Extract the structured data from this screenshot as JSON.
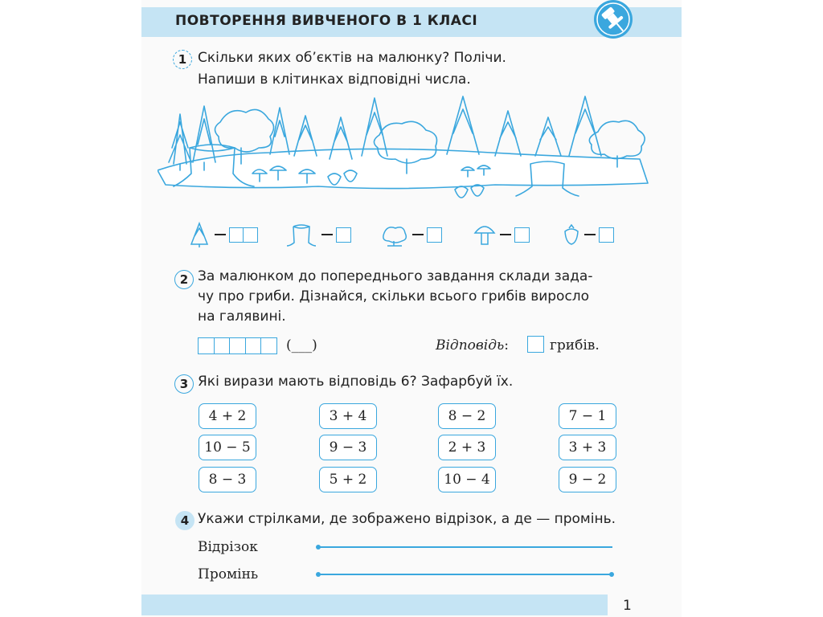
{
  "header": {
    "title": "ПОВТОРЕННЯ ВИВЧЕНОГО В 1 КЛАСІ"
  },
  "task1": {
    "number": "1",
    "line1": "Скільки яких об’єктів на малюнку? Полічи.",
    "line2": "Напиши в клітинках відповідні числа.",
    "legend": [
      {
        "icon": "fir-tree-icon",
        "boxes": 2
      },
      {
        "icon": "stump-icon",
        "boxes": 1
      },
      {
        "icon": "bush-icon",
        "boxes": 1
      },
      {
        "icon": "mushroom-icon",
        "boxes": 1
      },
      {
        "icon": "strawberry-icon",
        "boxes": 1
      }
    ]
  },
  "task2": {
    "number": "2",
    "line1": "За малюнком до попереднього завдання склади зада-",
    "line2": "чу про гриби. Дізнайся, скільки всього грибів виросло",
    "line3": "на галявині.",
    "unit_placeholder": "(___)",
    "answer_label": "Відповідь",
    "answer_colon": ":",
    "answer_unit": "грибів."
  },
  "task3": {
    "number": "3",
    "text": "Які вирази мають відповідь 6? Зафарбуй їх.",
    "expressions": [
      [
        "4 + 2",
        "3 + 4",
        "8 − 2",
        "7 − 1"
      ],
      [
        "10 − 5",
        "9 − 3",
        "2 + 3",
        "3 + 3"
      ],
      [
        "8 − 3",
        "5 + 2",
        "10 − 4",
        "9 − 2"
      ]
    ]
  },
  "task4": {
    "number": "4",
    "text": "Укажи стрілками, де зображено відрізок, а де — промінь.",
    "label_segment": "Відрізок",
    "label_ray": "Промінь"
  },
  "footer": {
    "page_number": "1"
  },
  "colors": {
    "accent": "#3aa7de",
    "band": "#c5e4f4"
  }
}
